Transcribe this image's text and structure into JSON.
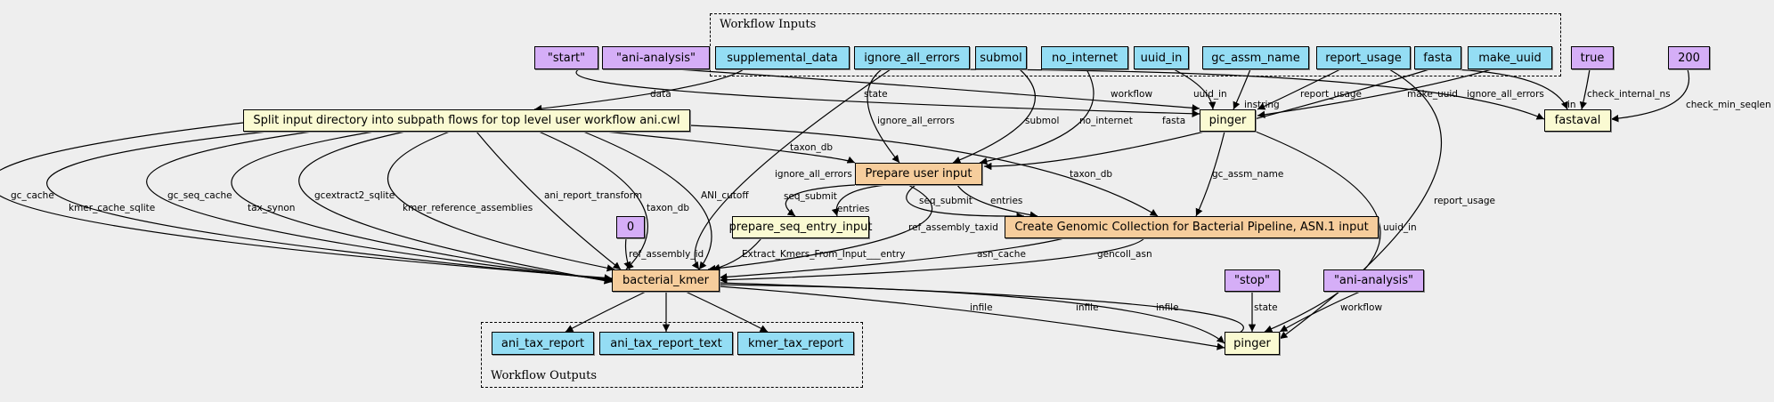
{
  "clusters": {
    "inputs_label": "Workflow Inputs",
    "outputs_label": "Workflow Outputs"
  },
  "colors": {
    "background": "#eeeeee",
    "input": "#94ddf4",
    "constant": "#d5aef7",
    "step": "#fafad2",
    "subworkflow": "#f6cd9c"
  },
  "nodes": [
    {
      "id": "start",
      "label": "\"start\"",
      "kind": "constant"
    },
    {
      "id": "ani1",
      "label": "\"ani-analysis\"",
      "kind": "constant"
    },
    {
      "id": "supplemental_data",
      "label": "supplemental_data",
      "kind": "input"
    },
    {
      "id": "ignore_all_errors",
      "label": "ignore_all_errors",
      "kind": "input"
    },
    {
      "id": "submol",
      "label": "submol",
      "kind": "input"
    },
    {
      "id": "no_internet",
      "label": "no_internet",
      "kind": "input"
    },
    {
      "id": "uuid_in",
      "label": "uuid_in",
      "kind": "input"
    },
    {
      "id": "gc_assm_name",
      "label": "gc_assm_name",
      "kind": "input"
    },
    {
      "id": "report_usage",
      "label": "report_usage",
      "kind": "input"
    },
    {
      "id": "fasta",
      "label": "fasta",
      "kind": "input"
    },
    {
      "id": "make_uuid",
      "label": "make_uuid",
      "kind": "input"
    },
    {
      "id": "true",
      "label": "true",
      "kind": "constant"
    },
    {
      "id": "c200",
      "label": "200",
      "kind": "constant"
    },
    {
      "id": "split",
      "label": "Split input directory into subpath flows for top level user workflow ani.cwl",
      "kind": "step"
    },
    {
      "id": "pinger1",
      "label": "pinger",
      "kind": "step"
    },
    {
      "id": "fastaval",
      "label": "fastaval",
      "kind": "step"
    },
    {
      "id": "prepare",
      "label": "Prepare user input",
      "kind": "subworkflow"
    },
    {
      "id": "zero",
      "label": "0",
      "kind": "constant"
    },
    {
      "id": "prepare_seq",
      "label": "prepare_seq_entry_input",
      "kind": "step"
    },
    {
      "id": "create",
      "label": "Create Genomic Collection for Bacterial Pipeline, ASN.1 input",
      "kind": "subworkflow"
    },
    {
      "id": "bk",
      "label": "bacterial_kmer",
      "kind": "subworkflow"
    },
    {
      "id": "stop",
      "label": "\"stop\"",
      "kind": "constant"
    },
    {
      "id": "ani2",
      "label": "\"ani-analysis\"",
      "kind": "constant"
    },
    {
      "id": "pinger2",
      "label": "pinger",
      "kind": "step"
    },
    {
      "id": "ani_tax_report",
      "label": "ani_tax_report",
      "kind": "input"
    },
    {
      "id": "ani_tax_report_text",
      "label": "ani_tax_report_text",
      "kind": "input"
    },
    {
      "id": "kmer_tax_report",
      "label": "kmer_tax_report",
      "kind": "input"
    }
  ],
  "edges": [
    {
      "from": "supplemental_data",
      "to": "split",
      "label": "data"
    },
    {
      "from": "start",
      "to": "pinger1",
      "label": "state"
    },
    {
      "from": "ani1",
      "to": "pinger1",
      "label": "workflow"
    },
    {
      "from": "ignore_all_errors",
      "to": "bk",
      "label": "ignore_all_errors"
    },
    {
      "from": "ignore_all_errors",
      "to": "prepare",
      "label": "ignore_all_errors"
    },
    {
      "from": "ignore_all_errors",
      "to": "fastaval",
      "label": "ignore_all_errors"
    },
    {
      "from": "submol",
      "to": "prepare",
      "label": "submol"
    },
    {
      "from": "no_internet",
      "to": "prepare",
      "label": "no_internet"
    },
    {
      "from": "fasta",
      "to": "prepare",
      "label": "fasta"
    },
    {
      "from": "uuid_in",
      "to": "pinger1",
      "label": "uuid_in"
    },
    {
      "from": "gc_assm_name",
      "to": "pinger1",
      "label": "instring"
    },
    {
      "from": "report_usage",
      "to": "pinger1",
      "label": "report_usage"
    },
    {
      "from": "make_uuid",
      "to": "pinger1",
      "label": "make_uuid"
    },
    {
      "from": "fasta",
      "to": "fastaval",
      "label": "in"
    },
    {
      "from": "true",
      "to": "fastaval",
      "label": "check_internal_ns"
    },
    {
      "from": "c200",
      "to": "fastaval",
      "label": "check_min_seqlen"
    },
    {
      "from": "report_usage",
      "to": "pinger2",
      "label": "report_usage"
    },
    {
      "from": "pinger1",
      "to": "create",
      "label": "gc_assm_name"
    },
    {
      "from": "pinger1",
      "to": "pinger2",
      "label": "uuid_in"
    },
    {
      "from": "prepare",
      "to": "prepare_seq",
      "label": "seq_submit"
    },
    {
      "from": "prepare",
      "to": "prepare_seq",
      "label": "entries"
    },
    {
      "from": "prepare",
      "to": "create",
      "label": "seq_submit"
    },
    {
      "from": "prepare",
      "to": "create",
      "label": "entries"
    },
    {
      "from": "prepare",
      "to": "bk",
      "label": "ref_assembly_taxid"
    },
    {
      "from": "prepare_seq",
      "to": "bk",
      "label": "Extract_Kmers_From_Input___entry"
    },
    {
      "from": "create",
      "to": "bk",
      "label": "asn_cache"
    },
    {
      "from": "create",
      "to": "bk",
      "label": "gencoll_asn"
    },
    {
      "from": "bk",
      "to": "pinger2",
      "label": "infile"
    },
    {
      "from": "bk",
      "to": "pinger2",
      "label": "infile"
    },
    {
      "from": "bk",
      "to": "pinger2",
      "label": "infile"
    },
    {
      "from": "stop",
      "to": "pinger2",
      "label": "state"
    },
    {
      "from": "ani2",
      "to": "pinger2",
      "label": "workflow"
    },
    {
      "from": "bk",
      "to": "ani_tax_report",
      "label": ""
    },
    {
      "from": "bk",
      "to": "ani_tax_report_text",
      "label": ""
    },
    {
      "from": "bk",
      "to": "kmer_tax_report",
      "label": ""
    },
    {
      "from": "split",
      "to": "bk",
      "label": "gc_cache"
    },
    {
      "from": "split",
      "to": "bk",
      "label": "kmer_cache_sqlite"
    },
    {
      "from": "split",
      "to": "bk",
      "label": "gc_seq_cache"
    },
    {
      "from": "split",
      "to": "bk",
      "label": "tax_synon"
    },
    {
      "from": "split",
      "to": "bk",
      "label": "gcextract2_sqlite"
    },
    {
      "from": "split",
      "to": "bk",
      "label": "kmer_reference_assemblies"
    },
    {
      "from": "split",
      "to": "bk",
      "label": "ani_report_transform"
    },
    {
      "from": "split",
      "to": "bk",
      "label": "taxon_db"
    },
    {
      "from": "split",
      "to": "bk",
      "label": "ANI_cutoff"
    },
    {
      "from": "zero",
      "to": "bk",
      "label": "ref_assembly_id"
    },
    {
      "from": "split",
      "to": "prepare",
      "label": "taxon_db"
    },
    {
      "from": "split",
      "to": "create",
      "label": "taxon_db"
    }
  ]
}
